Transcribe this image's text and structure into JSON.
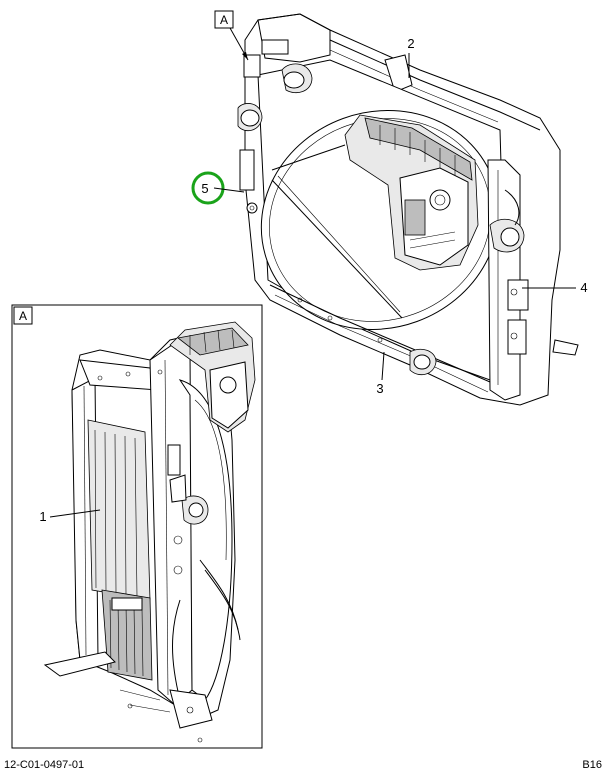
{
  "callouts": {
    "c1": "1",
    "c2": "2",
    "c3": "3",
    "c4": "4",
    "c5": "5"
  },
  "view_labels": {
    "top": "A",
    "detail": "A"
  },
  "footer": {
    "left": "12-C01-0497-01",
    "right": "B16"
  },
  "colors": {
    "highlight": "#1aa31a"
  }
}
